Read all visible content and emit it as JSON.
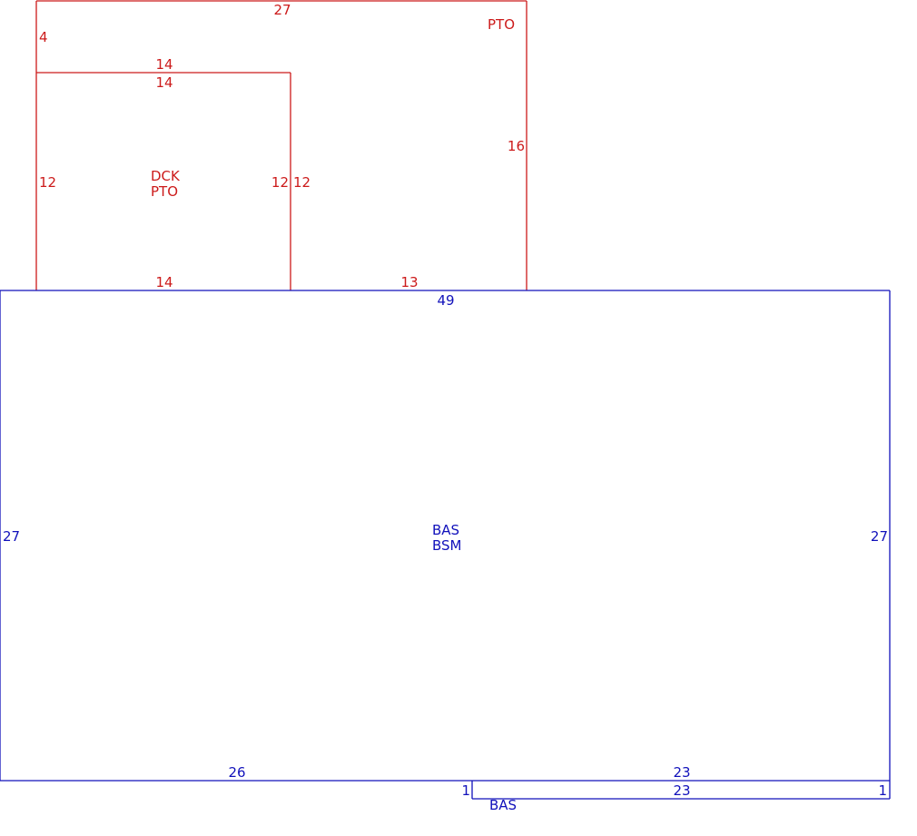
{
  "colors": {
    "patio": "#cc1a1a",
    "base": "#1111bb",
    "background": "#ffffff"
  },
  "patio": {
    "name": "PTO",
    "dims": {
      "top": "27",
      "left_upper": "4",
      "right": "16",
      "bottom_right": "13"
    }
  },
  "deck": {
    "name_line1": "DCK",
    "name_line2": "PTO",
    "dims": {
      "top_outer": "14",
      "top_inner": "14",
      "left": "12",
      "right_inner": "12",
      "right_outer": "12",
      "bottom": "14"
    }
  },
  "base": {
    "name_line1": "BAS",
    "name_line2": "BSM",
    "dims": {
      "top": "49",
      "left": "27",
      "right": "27",
      "bottom_left": "26",
      "bottom_right": "23"
    }
  },
  "bump": {
    "name": "BAS",
    "dims": {
      "top": "23",
      "left": "1",
      "right": "1"
    }
  }
}
